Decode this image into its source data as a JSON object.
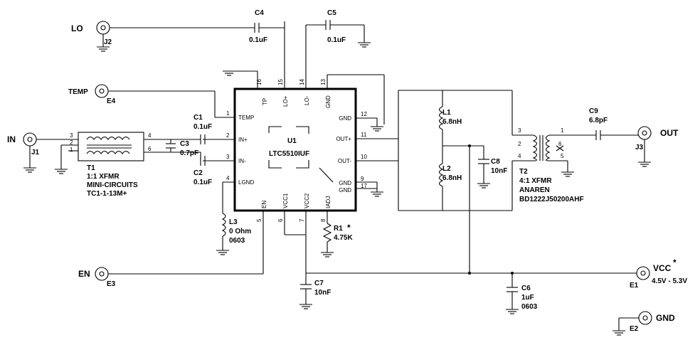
{
  "schematic": {
    "ic": {
      "ref": "U1",
      "part": "LTC5510IUF",
      "pins_left": [
        {
          "num": "1",
          "name": "TEMP"
        },
        {
          "num": "2",
          "name": "IN+"
        },
        {
          "num": "3",
          "name": "IN-"
        },
        {
          "num": "4",
          "name": "LGND"
        }
      ],
      "pins_top": [
        {
          "num": "16",
          "name": "TP"
        },
        {
          "num": "15",
          "name": "LO+"
        },
        {
          "num": "14",
          "name": "LO-"
        },
        {
          "num": "13",
          "name": "GND"
        }
      ],
      "pins_right": [
        {
          "num": "12",
          "name": "GND"
        },
        {
          "num": "11",
          "name": "OUT+"
        },
        {
          "num": "10",
          "name": "OUT-"
        },
        {
          "num": "9",
          "name": "GND"
        },
        {
          "num": "17",
          "name": "GND"
        }
      ],
      "pins_bottom": [
        {
          "num": "5",
          "name": "EN"
        },
        {
          "num": "6",
          "name": "VCC1"
        },
        {
          "num": "7",
          "name": "VCC2"
        },
        {
          "num": "8",
          "name": "IADJ"
        }
      ]
    },
    "connectors": {
      "lo": {
        "label": "LO",
        "ref": "J2"
      },
      "in": {
        "label": "IN",
        "ref": "J1"
      },
      "out": {
        "label": "OUT",
        "ref": "J3"
      },
      "temp": {
        "label": "TEMP",
        "ref": "E4"
      },
      "en": {
        "label": "EN",
        "ref": "E3"
      },
      "vcc": {
        "label": "VCC",
        "ref": "E1",
        "range": "4.5V - 5.3V",
        "mark": "*"
      },
      "gnd": {
        "label": "GND",
        "ref": "E2"
      }
    },
    "components": {
      "c4": {
        "ref": "C4",
        "value": "0.1uF"
      },
      "c5": {
        "ref": "C5",
        "value": "0.1uF"
      },
      "c1": {
        "ref": "C1",
        "value": "0.1uF"
      },
      "c2": {
        "ref": "C2",
        "value": "0.1uF"
      },
      "c3": {
        "ref": "C3",
        "value": "0.7pF"
      },
      "c7": {
        "ref": "C7",
        "value": "10nF"
      },
      "c6": {
        "ref": "C6",
        "value": "1uF",
        "pkg": "0603"
      },
      "c8": {
        "ref": "C8",
        "value": "10nF"
      },
      "c9": {
        "ref": "C9",
        "value": "6.8pF"
      },
      "l1": {
        "ref": "L1",
        "value": "6.8nH"
      },
      "l2": {
        "ref": "L2",
        "value": "6.8nH"
      },
      "l3": {
        "ref": "L3",
        "value": "0 Ohm",
        "pkg": "0603"
      },
      "r1": {
        "ref": "R1",
        "value": "4.75K",
        "mark": "*"
      },
      "t1": {
        "ref": "T1",
        "desc": "1:1 XFMR",
        "maker": "MINI-CIRCUITS",
        "part": "TC1-1-13M+",
        "pins": [
          "3",
          "2",
          "1",
          "4",
          "6"
        ]
      },
      "t2": {
        "ref": "T2",
        "desc": "4:1 XFMR",
        "maker": "ANAREN",
        "part": "BD1222J50200AHF",
        "pins": [
          "3",
          "2",
          "4",
          "1",
          "6",
          "5"
        ]
      }
    }
  }
}
